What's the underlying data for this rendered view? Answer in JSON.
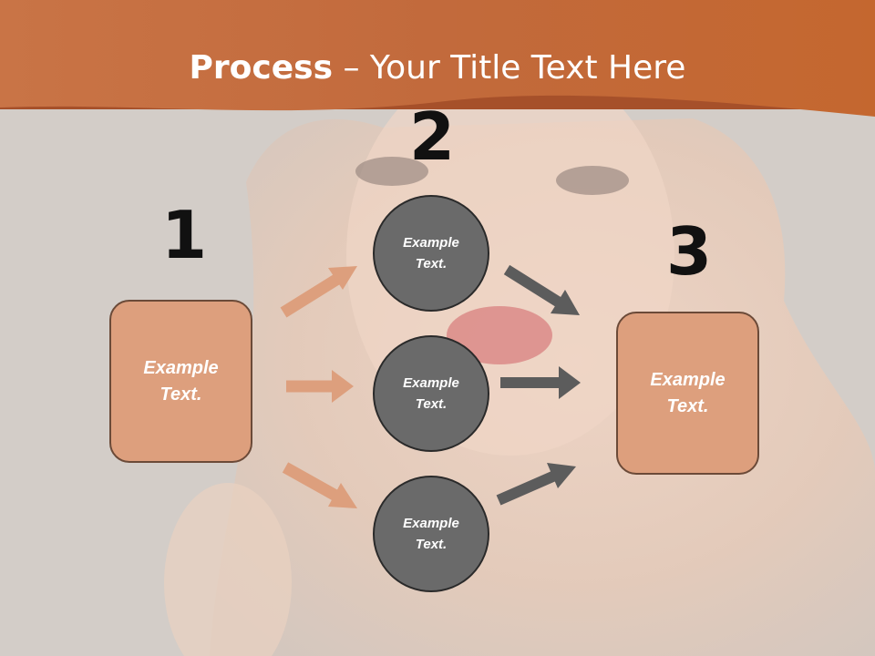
{
  "title": {
    "bold": "Process",
    "rest": " – Your Title Text Here"
  },
  "steps": {
    "one": "1",
    "two": "2",
    "three": "3"
  },
  "left_box": "Example Text.",
  "right_box": "Example Text.",
  "circles": [
    "Example Text.",
    "Example Text.",
    "Example Text."
  ],
  "colors": {
    "banner": "#c9693a",
    "box_fill": "#dd9f7d",
    "circle_fill": "#6a6a6a",
    "arrow_orange": "#dd9f7d",
    "arrow_gray": "#5c5c5c"
  }
}
